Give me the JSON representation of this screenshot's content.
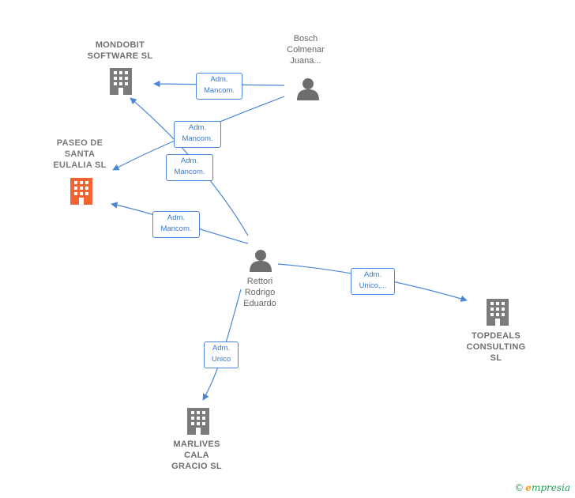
{
  "colors": {
    "edge": "#4a86d8",
    "company_icon": "#7b7b7b",
    "focus_icon": "#f26533",
    "person_icon": "#6e6e6e"
  },
  "nodes": [
    {
      "id": "mondobit",
      "kind": "company",
      "label": "MONDOBIT\nSOFTWARE  SL",
      "icon": "building-icon"
    },
    {
      "id": "bosch",
      "kind": "person",
      "label": "Bosch\nColmenar\nJuana...",
      "icon": "person-icon"
    },
    {
      "id": "paseo",
      "kind": "company-focus",
      "label": "PASEO DE\nSANTA\nEULALIA  SL",
      "icon": "building-icon"
    },
    {
      "id": "rettori",
      "kind": "person",
      "label": "Rettori\nRodrigo\nEduardo",
      "icon": "person-icon"
    },
    {
      "id": "topdeals",
      "kind": "company",
      "label": "TOPDEALS\nCONSULTING\nSL",
      "icon": "building-icon"
    },
    {
      "id": "marlives",
      "kind": "company",
      "label": "MARLIVES\nCALA\nGRACIO  SL",
      "icon": "building-icon"
    }
  ],
  "edges": [
    {
      "from": "bosch",
      "to": "mondobit",
      "label": "Adm.\nMancom."
    },
    {
      "from": "bosch",
      "to": "paseo",
      "label": "Adm.\nMancom."
    },
    {
      "from": "rettori",
      "to": "mondobit",
      "label": "Adm.\nMancom."
    },
    {
      "from": "rettori",
      "to": "paseo",
      "label": "Adm.\nMancom."
    },
    {
      "from": "rettori",
      "to": "topdeals",
      "label": "Adm.\nUnico,..."
    },
    {
      "from": "rettori",
      "to": "marlives",
      "label": "Adm.\nUnico"
    }
  ],
  "brand": {
    "copyright": "©",
    "first": "e",
    "rest": "mpresia"
  }
}
